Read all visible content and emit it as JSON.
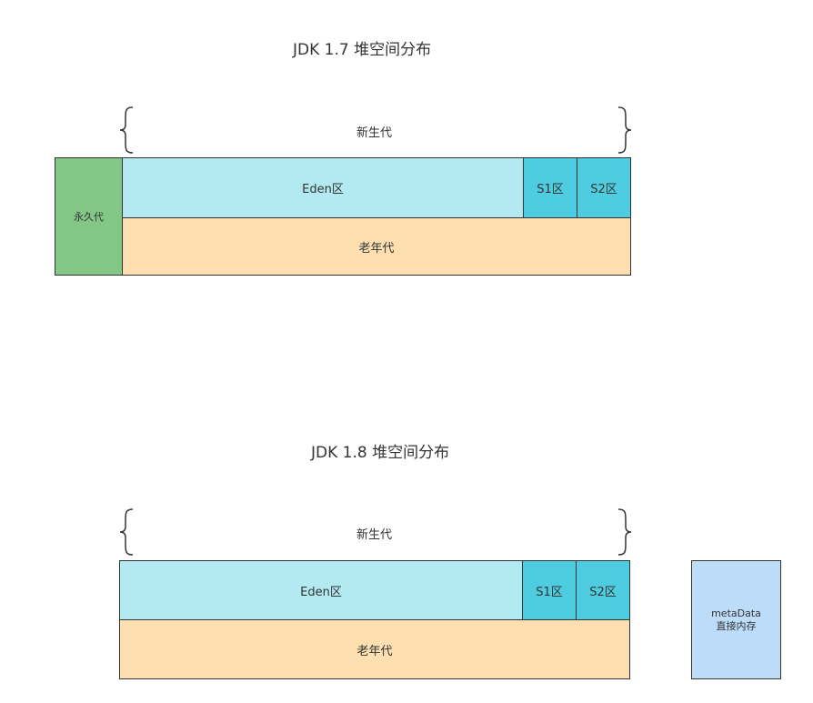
{
  "jdk17": {
    "title": "JDK 1.7 堆空间分布",
    "young_gen_label": "新生代",
    "perm_gen": "永久代",
    "eden": "Eden区",
    "s1": "S1区",
    "s2": "S2区",
    "old_gen": "老年代"
  },
  "jdk18": {
    "title": "JDK 1.8 堆空间分布",
    "young_gen_label": "新生代",
    "eden": "Eden区",
    "s1": "S1区",
    "s2": "S2区",
    "old_gen": "老年代",
    "metadata_line1": "metaData",
    "metadata_line2": "直接内存"
  },
  "colors": {
    "perm_gen": "#82c785",
    "eden": "#b3eaf2",
    "survivor": "#4ecde0",
    "old_gen": "#fddfb0",
    "metadata": "#bcdcf8",
    "border": "#333333"
  }
}
